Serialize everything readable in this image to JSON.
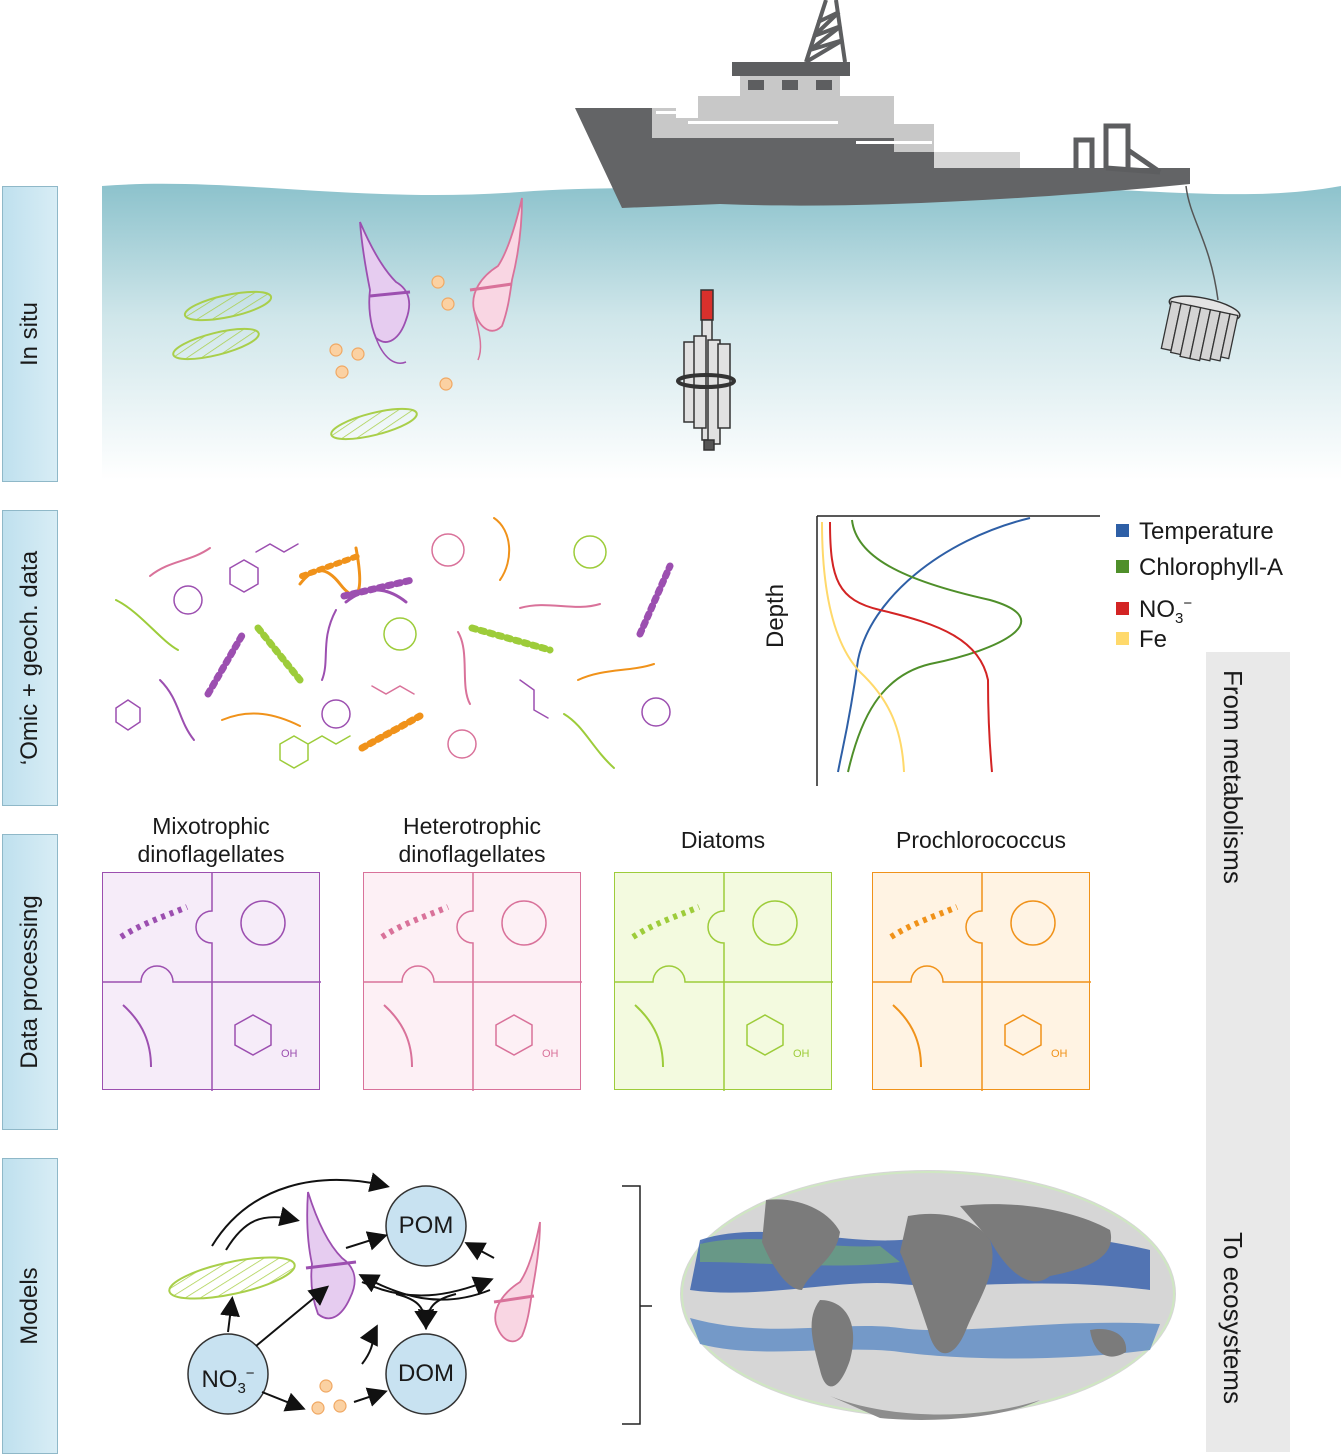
{
  "sections": {
    "in_situ": "In situ",
    "omic": "‘Omic + geoch. data",
    "processing": "Data processing",
    "models": "Models"
  },
  "legend": {
    "temperature": {
      "label": "Temperature",
      "color": "#2e5fa6"
    },
    "chlorophyll": {
      "label": "Chlorophyll-A",
      "color": "#4f8f2a"
    },
    "nitrate": {
      "label": "NO",
      "sub": "3",
      "sup": "−",
      "color": "#d32424"
    },
    "iron": {
      "label": "Fe",
      "color": "#ffd96b"
    }
  },
  "profile_axis": "Depth",
  "groups": [
    {
      "title_line1": "Mixotrophic",
      "title_line2": "dinoflagellates",
      "color": "#9c4fb0",
      "fill": "#f6ecf9"
    },
    {
      "title_line1": "Heterotrophic",
      "title_line2": "dinoflagellates",
      "color": "#d9729a",
      "fill": "#fdf0f5"
    },
    {
      "title_line1": "",
      "title_line2": "Diatoms",
      "color": "#9dcc3a",
      "fill": "#f3fadf"
    },
    {
      "title_line1": "",
      "title_line2": "Prochlorococcus",
      "color": "#f0921a",
      "fill": "#fff3e3"
    }
  ],
  "nodes": {
    "pom": "POM",
    "dom": "DOM",
    "nitrate": "NO",
    "nitrate_sub": "3",
    "nitrate_sup": "−"
  },
  "chem": {
    "oh": "OH"
  },
  "flow": {
    "top": "From metabolisms",
    "bottom": "To ecosystems"
  },
  "colors": {
    "water": "#8cc2cc",
    "ship_dark": "#636466",
    "ship_light": "#c8c8c8",
    "tab": "#c6e4f0"
  }
}
